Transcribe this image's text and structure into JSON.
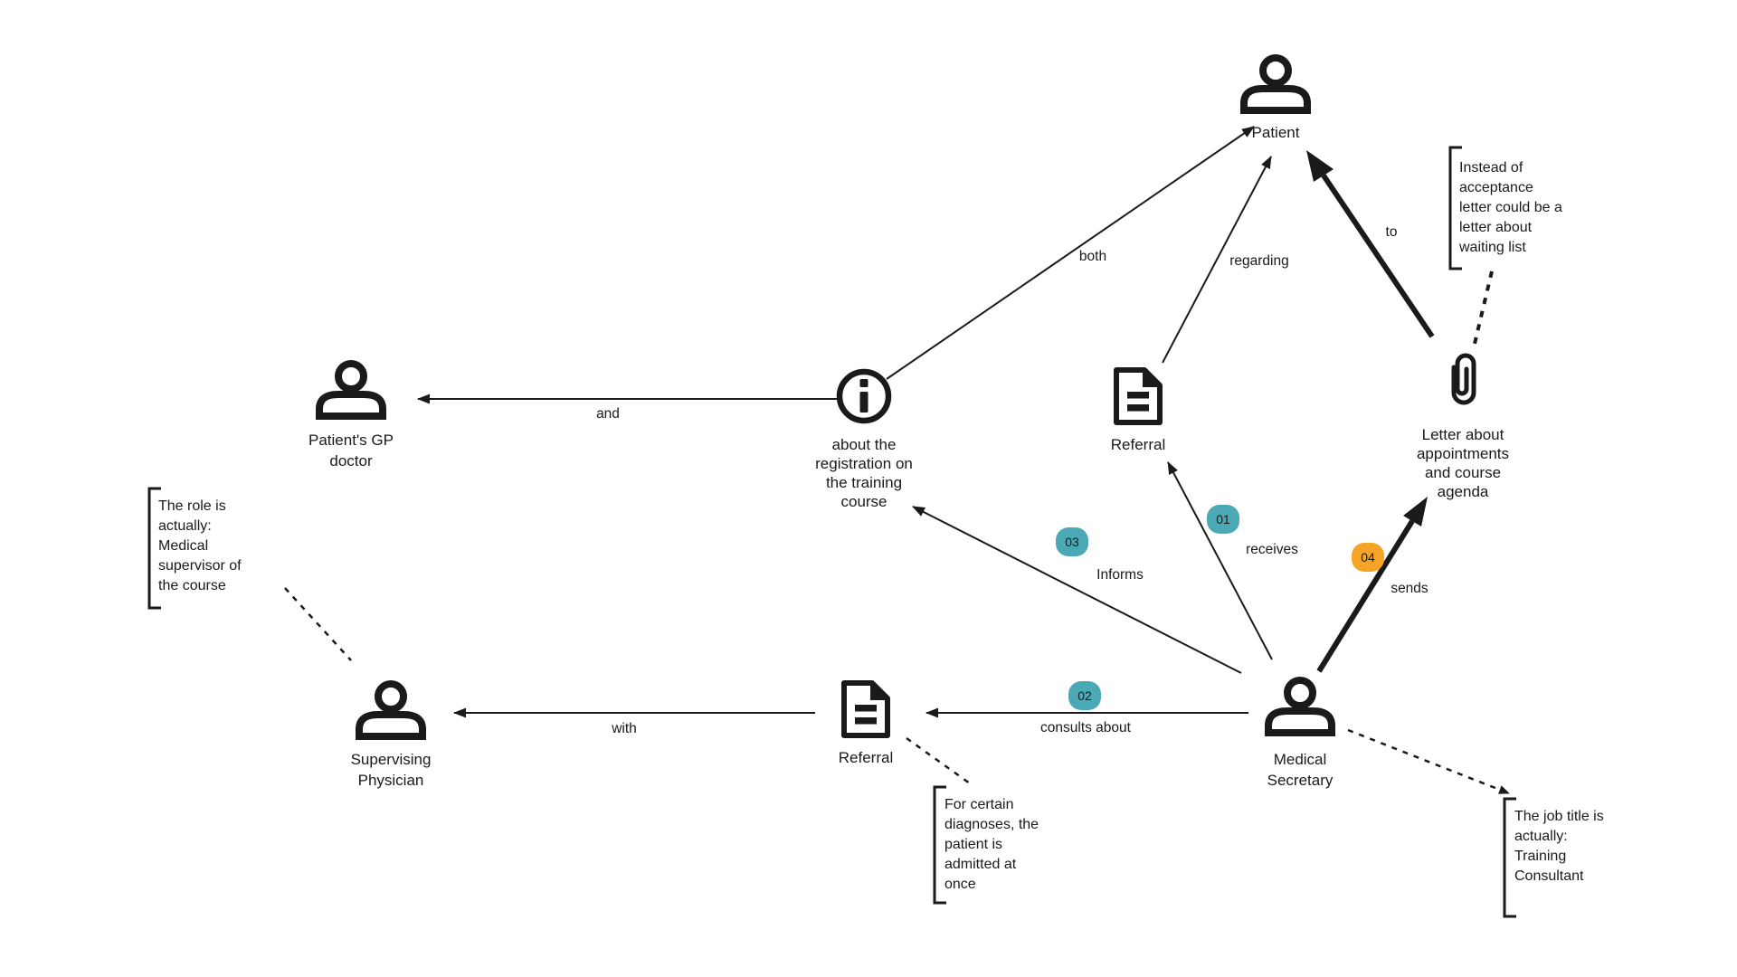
{
  "diagram": {
    "nodes": {
      "patient": {
        "label": "Patient"
      },
      "gp_doctor": {
        "lines": [
          "Patient's GP",
          "doctor"
        ]
      },
      "supervising_physician": {
        "lines": [
          "Supervising",
          "Physician"
        ]
      },
      "medical_secretary": {
        "lines": [
          "Medical",
          "Secretary"
        ]
      },
      "registration_info": {
        "lines": [
          "about the",
          "registration on",
          "the training",
          "course"
        ]
      },
      "referral_top": {
        "label": "Referral"
      },
      "referral_bottom": {
        "label": "Referral"
      },
      "letter": {
        "lines": [
          "Letter about",
          "appointments",
          "and course",
          "agenda"
        ]
      }
    },
    "edges": {
      "both": "both",
      "and": "and",
      "regarding": "regarding",
      "to": "to",
      "receives": "receives",
      "informs": "Informs",
      "sends": "sends",
      "consults_about": "consults about",
      "with": "with"
    },
    "badges": [
      {
        "label": "01",
        "color": "#4AA9B5",
        "text_color": "#FFFFFF"
      },
      {
        "label": "02",
        "color": "#4AA9B5",
        "text_color": "#FFFFFF"
      },
      {
        "label": "03",
        "color": "#4AA9B5",
        "text_color": "#FFFFFF"
      },
      {
        "label": "04",
        "color": "#F5A425",
        "text_color": "#1A1A1A"
      }
    ],
    "annotations": {
      "waiting_list": {
        "lines": [
          "Instead of",
          "acceptance",
          "letter could be a",
          "letter about",
          "waiting list"
        ]
      },
      "role": {
        "lines": [
          "The role is",
          "actually:",
          "Medical",
          "supervisor of",
          "the course"
        ]
      },
      "admitted": {
        "lines": [
          "For certain",
          "diagnoses, the",
          "patient is",
          "admitted at",
          "once"
        ]
      },
      "job_title": {
        "lines": [
          "The job title is",
          "actually:",
          "Training",
          "Consultant"
        ]
      }
    }
  }
}
